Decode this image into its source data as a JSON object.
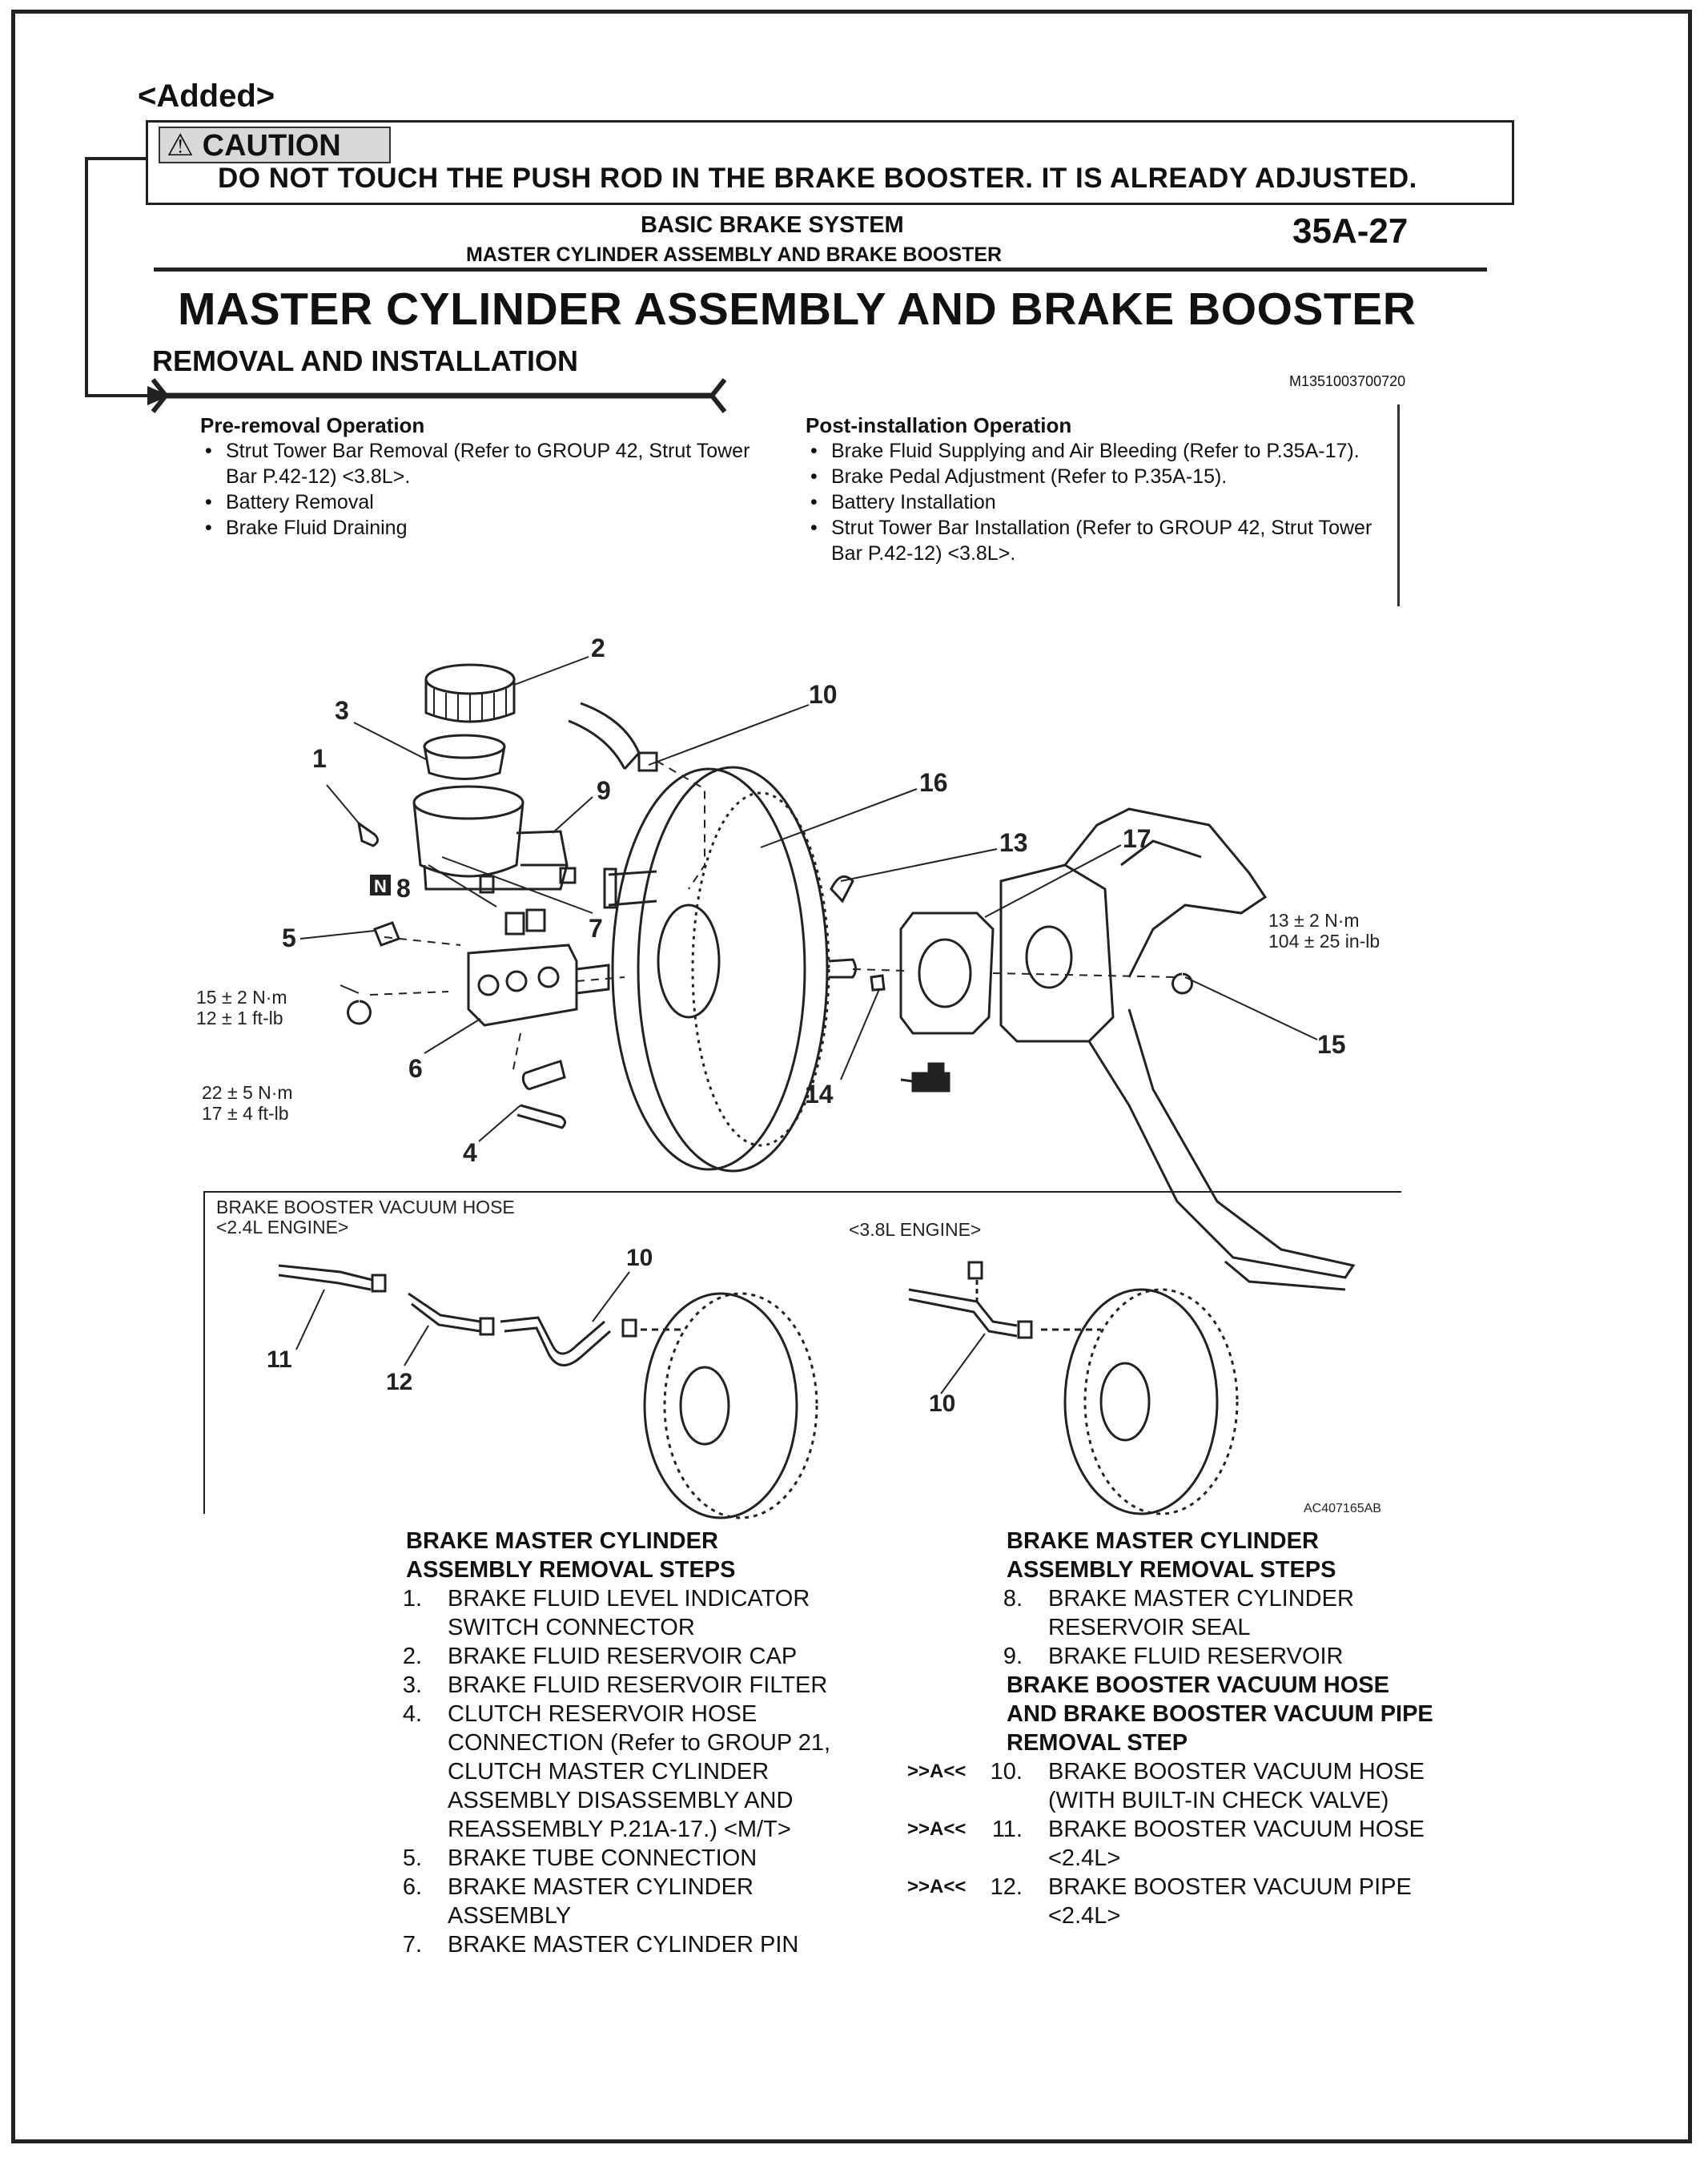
{
  "added_tag": "<Added>",
  "caution": {
    "label": "CAUTION",
    "text": "DO NOT TOUCH THE PUSH ROD IN THE BRAKE BOOSTER. IT IS ALREADY ADJUSTED."
  },
  "header": {
    "system": "BASIC BRAKE SYSTEM",
    "subsystem": "MASTER CYLINDER ASSEMBLY AND BRAKE BOOSTER",
    "page": "35A-27"
  },
  "title": "MASTER CYLINDER ASSEMBLY AND BRAKE BOOSTER",
  "subtitle": "REMOVAL AND INSTALLATION",
  "doc_code": "M1351003700720",
  "pre_removal": {
    "title": "Pre-removal Operation",
    "items": [
      "Strut Tower Bar Removal (Refer to GROUP 42, Strut Tower Bar P.42-12) <3.8L>.",
      "Battery Removal",
      "Brake Fluid Draining"
    ]
  },
  "post_installation": {
    "title": "Post-installation Operation",
    "items": [
      "Brake Fluid Supplying and Air Bleeding (Refer to P.35A-17).",
      "Brake Pedal Adjustment (Refer to P.35A-15).",
      "Battery Installation",
      "Strut Tower Bar Installation (Refer to GROUP 42, Strut Tower Bar P.42-12) <3.8L>."
    ]
  },
  "diagram": {
    "callouts": [
      "1",
      "2",
      "3",
      "4",
      "5",
      "6",
      "7",
      "8",
      "9",
      "10",
      "11",
      "12",
      "13",
      "14",
      "15",
      "16",
      "17",
      "10",
      "10"
    ],
    "n_mark": "N",
    "torque_1": [
      "15 ± 2 N·m",
      "12 ± 1 ft-lb"
    ],
    "torque_2": [
      "22 ± 5 N·m",
      "17 ± 4 ft-lb"
    ],
    "torque_3": [
      "13 ± 2 N·m",
      "104 ± 25 in-lb"
    ],
    "inset_title": "BRAKE BOOSTER VACUUM HOSE",
    "engine_24": "<2.4L ENGINE>",
    "engine_38": "<3.8L ENGINE>",
    "figure_code": "AC407165AB"
  },
  "steps_left": {
    "heading": "BRAKE MASTER CYLINDER ASSEMBLY REMOVAL STEPS",
    "items": [
      {
        "mark": "",
        "num": "1.",
        "text": "BRAKE FLUID LEVEL INDICATOR SWITCH CONNECTOR"
      },
      {
        "mark": "",
        "num": "2.",
        "text": "BRAKE FLUID RESERVOIR CAP"
      },
      {
        "mark": "",
        "num": "3.",
        "text": "BRAKE FLUID RESERVOIR FILTER"
      },
      {
        "mark": "",
        "num": "4.",
        "text": "CLUTCH RESERVOIR HOSE CONNECTION (Refer to GROUP 21, CLUTCH MASTER CYLINDER ASSEMBLY DISASSEMBLY AND REASSEMBLY P.21A-17.) <M/T>"
      },
      {
        "mark": "",
        "num": "5.",
        "text": "BRAKE TUBE CONNECTION"
      },
      {
        "mark": "",
        "num": "6.",
        "text": "BRAKE MASTER CYLINDER ASSEMBLY"
      },
      {
        "mark": "",
        "num": "7.",
        "text": "BRAKE MASTER CYLINDER PIN"
      }
    ]
  },
  "steps_right": {
    "heading": "BRAKE MASTER CYLINDER ASSEMBLY REMOVAL STEPS",
    "items": [
      {
        "mark": "",
        "num": "8.",
        "text": "BRAKE MASTER CYLINDER RESERVOIR SEAL"
      },
      {
        "mark": "",
        "num": "9.",
        "text": "BRAKE FLUID RESERVOIR"
      }
    ],
    "heading2": "BRAKE BOOSTER VACUUM HOSE AND BRAKE BOOSTER VACUUM PIPE REMOVAL STEP",
    "items2": [
      {
        "mark": ">>A<<",
        "num": "10.",
        "text": "BRAKE BOOSTER VACUUM HOSE (WITH BUILT-IN CHECK VALVE)"
      },
      {
        "mark": ">>A<<",
        "num": "11.",
        "text": "BRAKE BOOSTER VACUUM HOSE <2.4L>"
      },
      {
        "mark": ">>A<<",
        "num": "12.",
        "text": "BRAKE BOOSTER VACUUM PIPE <2.4L>"
      }
    ]
  }
}
